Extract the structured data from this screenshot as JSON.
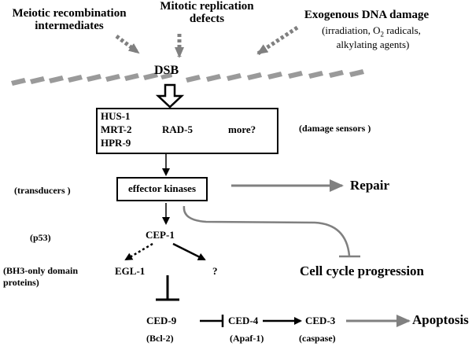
{
  "sources": {
    "meiotic": "Meiotic recombination\nintermediates",
    "mitotic": "Mitotic replication\ndefects",
    "exogenous_title": "Exogenous DNA damage",
    "exogenous_detail_1": "(irradiation, O",
    "exogenous_detail_sub": "2",
    "exogenous_detail_2": " radicals,",
    "exogenous_detail_3": "alkylating agents)"
  },
  "dsb": "DSB",
  "sensors": {
    "hus1": "HUS-1",
    "mrt2": "MRT-2",
    "hpr9": "HPR-9",
    "rad5": "RAD-5",
    "more": "more?",
    "label": "(damage sensors )"
  },
  "transducers": {
    "label": "(transducers )",
    "box": "effector kinases"
  },
  "repair": "Repair",
  "p53": {
    "label": "(p53)",
    "node": "CEP-1"
  },
  "bh3": {
    "label": "(BH3-only domain\nproteins)",
    "egl1": "EGL-1",
    "unknown": "?"
  },
  "cell_cycle": "Cell cycle progression",
  "core": {
    "ced9": "CED-9",
    "ced9_family": "(Bcl-2)",
    "ced4": "CED-4",
    "ced4_family": "(Apaf-1)",
    "ced3": "CED-3",
    "ced3_family": "(caspase)",
    "apoptosis": "Apoptosis"
  },
  "colors": {
    "gray_arrow": "#808080",
    "black": "#000000"
  }
}
